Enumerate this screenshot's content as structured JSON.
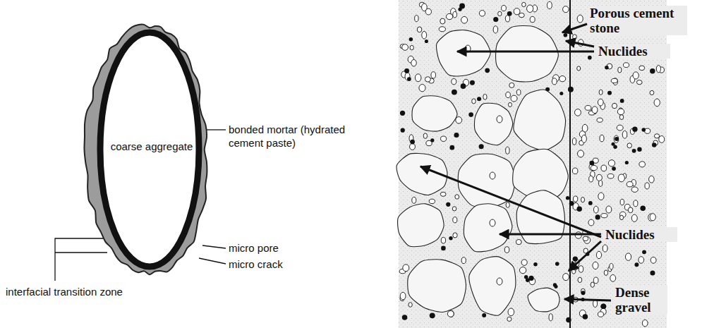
{
  "diagram": {
    "nodes": [
      {
        "text": [
          "coarse aggregate"
        ]
      }
    ],
    "labels": [
      "bonded mortar (hydrated cement paste)",
      "micro pore",
      "micro crack",
      "interfacial transition zone",
      "Porous cement stone",
      "Nuclides",
      "Nuclides",
      "Dense gravel"
    ]
  }
}
